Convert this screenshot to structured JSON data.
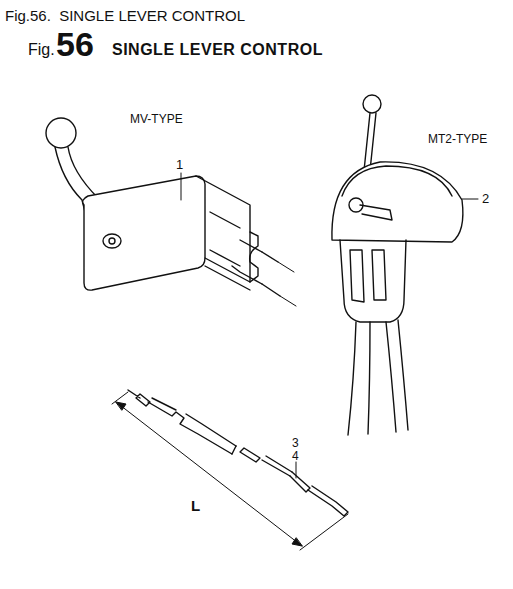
{
  "diagram": {
    "title": "Fig.56.  SINGLE LEVER CONTROL",
    "labels": [
      "Fig.",
      "56",
      "SINGLE LEVER CONTROL",
      "MV-TYPE",
      "MT2-TYPE",
      "1",
      "2",
      "3",
      "4",
      "L"
    ]
  }
}
